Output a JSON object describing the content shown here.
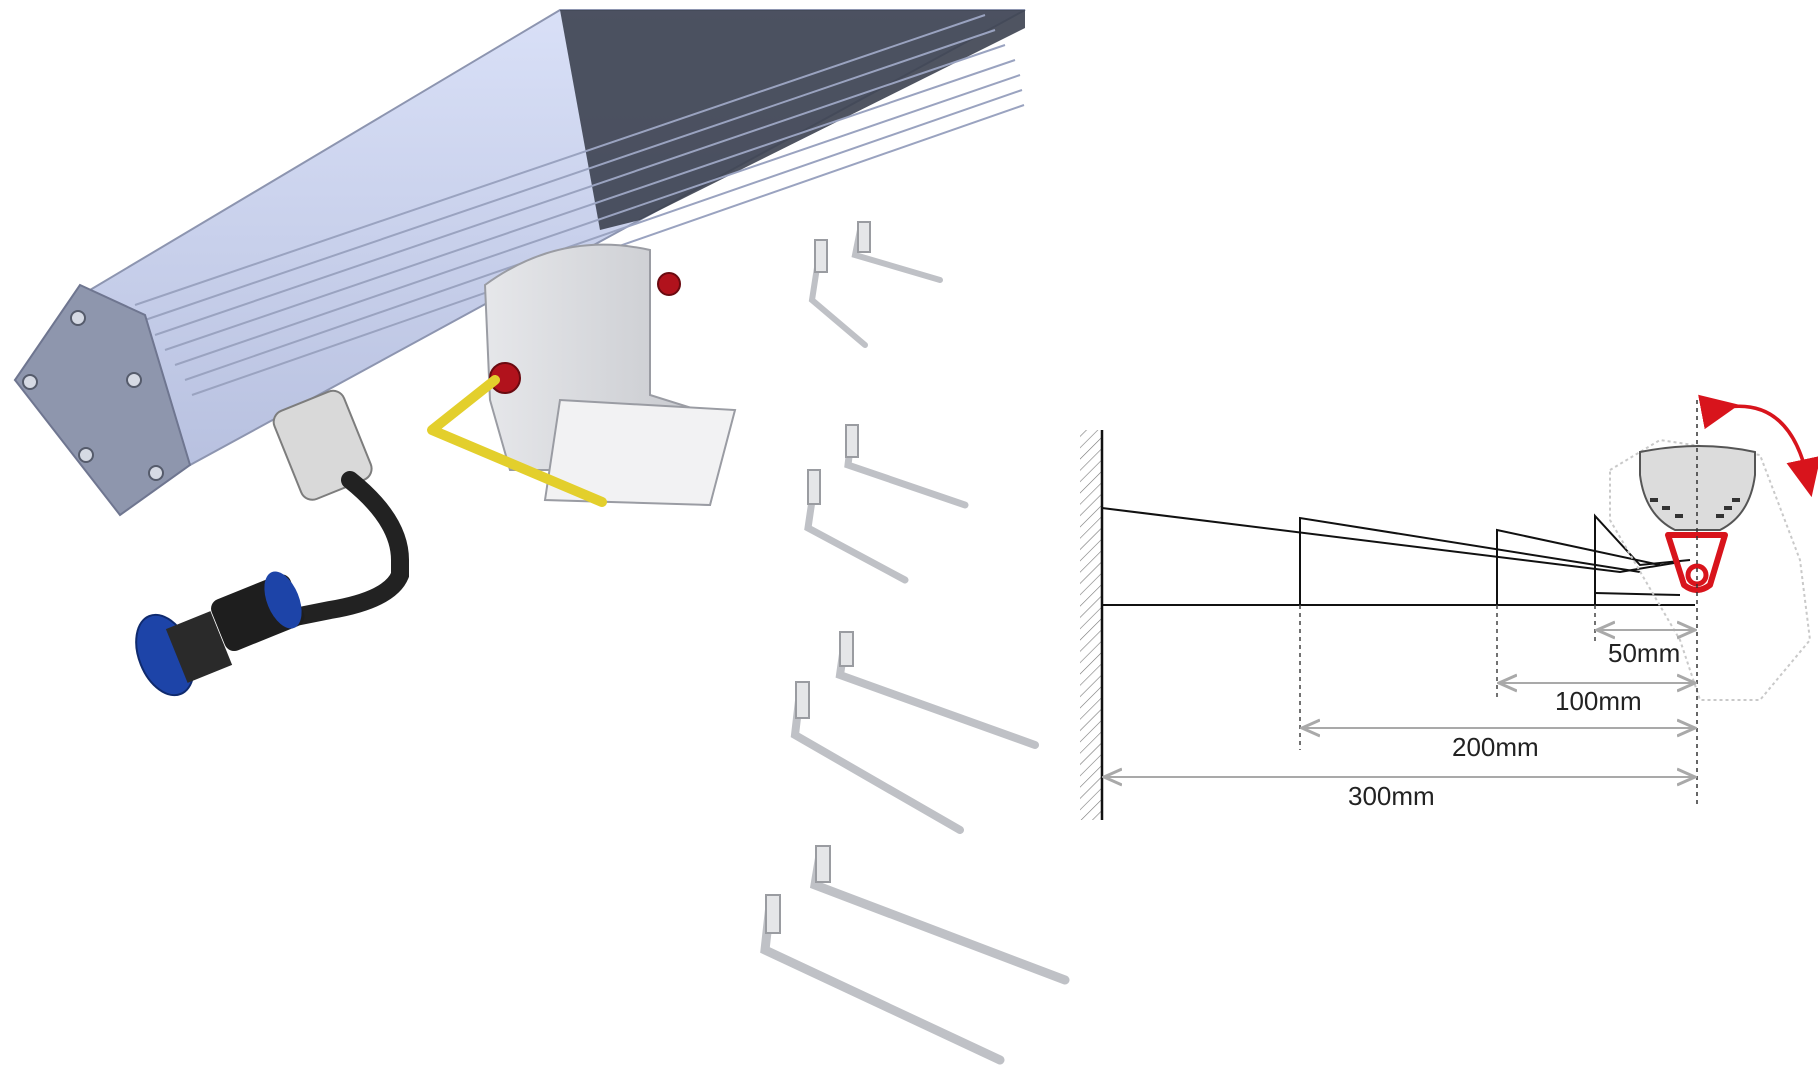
{
  "dimensions": {
    "d50": "50mm",
    "d100": "100mm",
    "d200": "200mm",
    "d300": "300mm"
  },
  "colors": {
    "housing": "#c9d2ee",
    "housing_dark": "#8f97b3",
    "bracket": "#d3d5da",
    "cap_red": "#b1121c",
    "hex_key": "#e3cf2c",
    "connector_blue": "#1d44a8",
    "rotation_arrow": "#d8141c",
    "dimension_line": "#a9a9a9"
  }
}
